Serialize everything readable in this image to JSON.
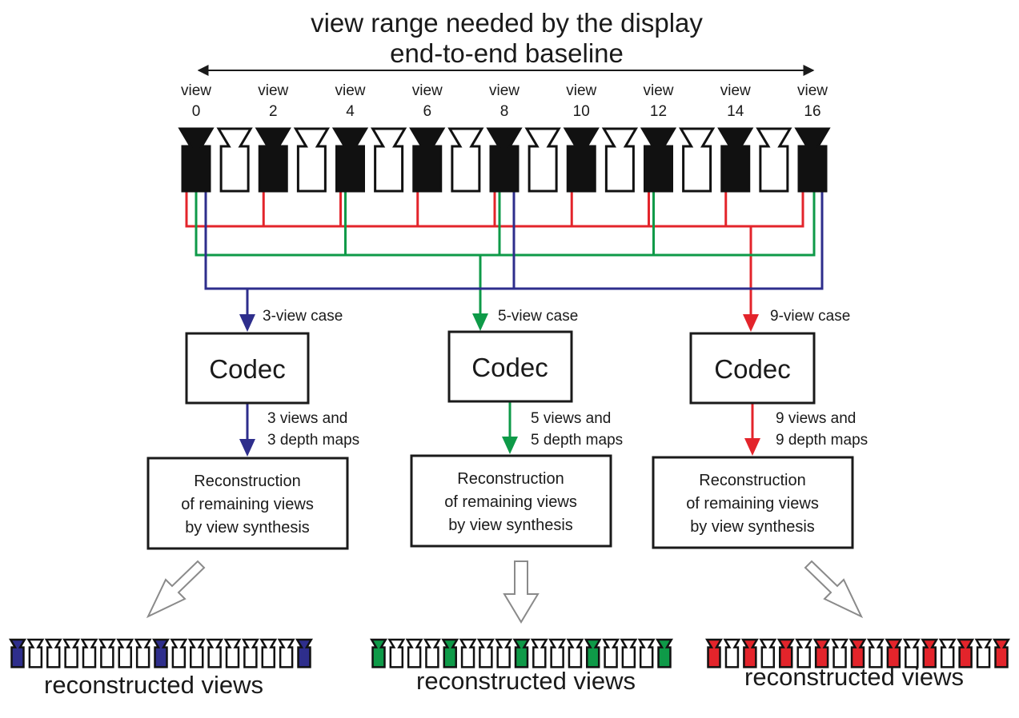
{
  "title_line1": "view range needed by the display",
  "title_line2": "end-to-end baseline",
  "camera_label_word": "view",
  "camera_numbers": [
    "0",
    "2",
    "4",
    "6",
    "8",
    "10",
    "12",
    "14",
    "16"
  ],
  "colors": {
    "case3": "#2e2e8c",
    "case5": "#0e9a48",
    "case9": "#e3242b",
    "camera_filled": "#111111",
    "camera_empty": "#ffffff"
  },
  "cases": [
    {
      "id": "3",
      "case_label": "3-view case",
      "codec_label": "Codec",
      "output_line1": "3 views and",
      "output_line2": "3 depth maps",
      "recon_line1": "Reconstruction",
      "recon_line2": "of remaining views",
      "recon_line3": "by view synthesis",
      "result_label": "reconstructed views",
      "selected_views": [
        0,
        8,
        16
      ],
      "result_pattern": "FEEEEEEEFEEEEEEEF"
    },
    {
      "id": "5",
      "case_label": "5-view case",
      "codec_label": "Codec",
      "output_line1": "5 views and",
      "output_line2": "5 depth maps",
      "recon_line1": "Reconstruction",
      "recon_line2": "of remaining views",
      "recon_line3": "by view synthesis",
      "result_label": "reconstructed views",
      "selected_views": [
        0,
        4,
        8,
        12,
        16
      ],
      "result_pattern": "FEEEFEEEFEEEFEEEF"
    },
    {
      "id": "9",
      "case_label": "9-view case",
      "codec_label": "Codec",
      "output_line1": "9 views and",
      "output_line2": "9 depth maps",
      "recon_line1": "Reconstruction",
      "recon_line2": "of remaining views",
      "recon_line3": "by view synthesis",
      "result_label": "reconstructed views",
      "selected_views": [
        0,
        2,
        4,
        6,
        8,
        10,
        12,
        14,
        16
      ],
      "result_pattern": "FEFEFEFEFEFEFEFEF"
    }
  ]
}
